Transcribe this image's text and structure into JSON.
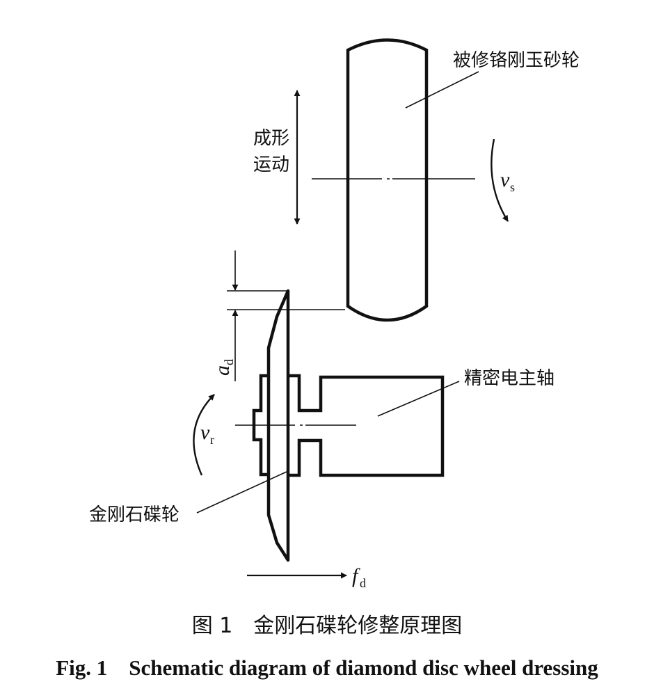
{
  "labels": {
    "grinding_wheel": "被修铬刚玉砂轮",
    "forming_motion_line1": "成形",
    "forming_motion_line2": "运动",
    "spindle": "精密电主轴",
    "diamond_disc": "金刚石碟轮",
    "vs_symbol": "v",
    "vs_sub": "s",
    "vr_symbol": "v",
    "vr_sub": "r",
    "ad_symbol": "a",
    "ad_sub": "d",
    "fd_symbol": "f",
    "fd_sub": "d"
  },
  "caption": {
    "zh": "图 1　金刚石碟轮修整原理图",
    "en": "Fig. 1    Schematic diagram of diamond disc wheel dressing"
  },
  "colors": {
    "line": "#111111",
    "background": "#ffffff"
  }
}
